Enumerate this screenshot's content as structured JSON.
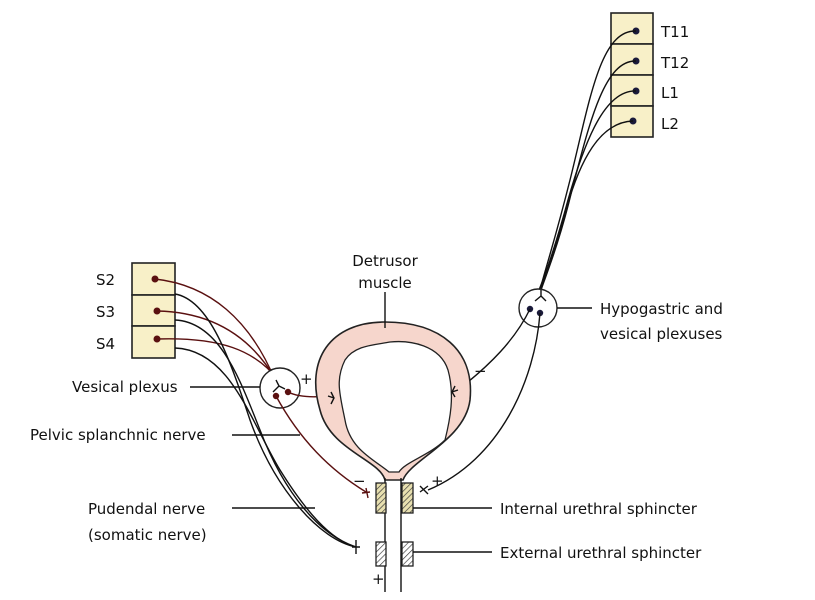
{
  "segments_thoracolumbar": [
    "T11",
    "T12",
    "L1",
    "L2"
  ],
  "segments_sacral": [
    "S2",
    "S3",
    "S4"
  ],
  "labels": {
    "detrusor_line1": "Detrusor",
    "detrusor_line2": "muscle",
    "hypogastric_line1": "Hypogastric and",
    "hypogastric_line2": "vesical plexuses",
    "vesical_plexus": "Vesical plexus",
    "pelvic_splanchnic": "Pelvic splanchnic nerve",
    "pudendal_line1": "Pudendal nerve",
    "pudendal_line2": "(somatic nerve)",
    "internal_sphincter": "Internal urethral sphincter",
    "external_sphincter": "External urethral sphincter"
  },
  "signs": {
    "vesical_to_detrusor": "+",
    "hypogastric_to_detrusor": "−",
    "pelvic_to_internal": "−",
    "hypogastric_to_internal": "+",
    "pudendal_to_external": "+"
  },
  "colors": {
    "segment_fill": "#f8f0c8",
    "bladder_wall": "#f6d6cc",
    "parasympathetic": "#5a1010",
    "sympathetic": "#1a1a3a"
  }
}
